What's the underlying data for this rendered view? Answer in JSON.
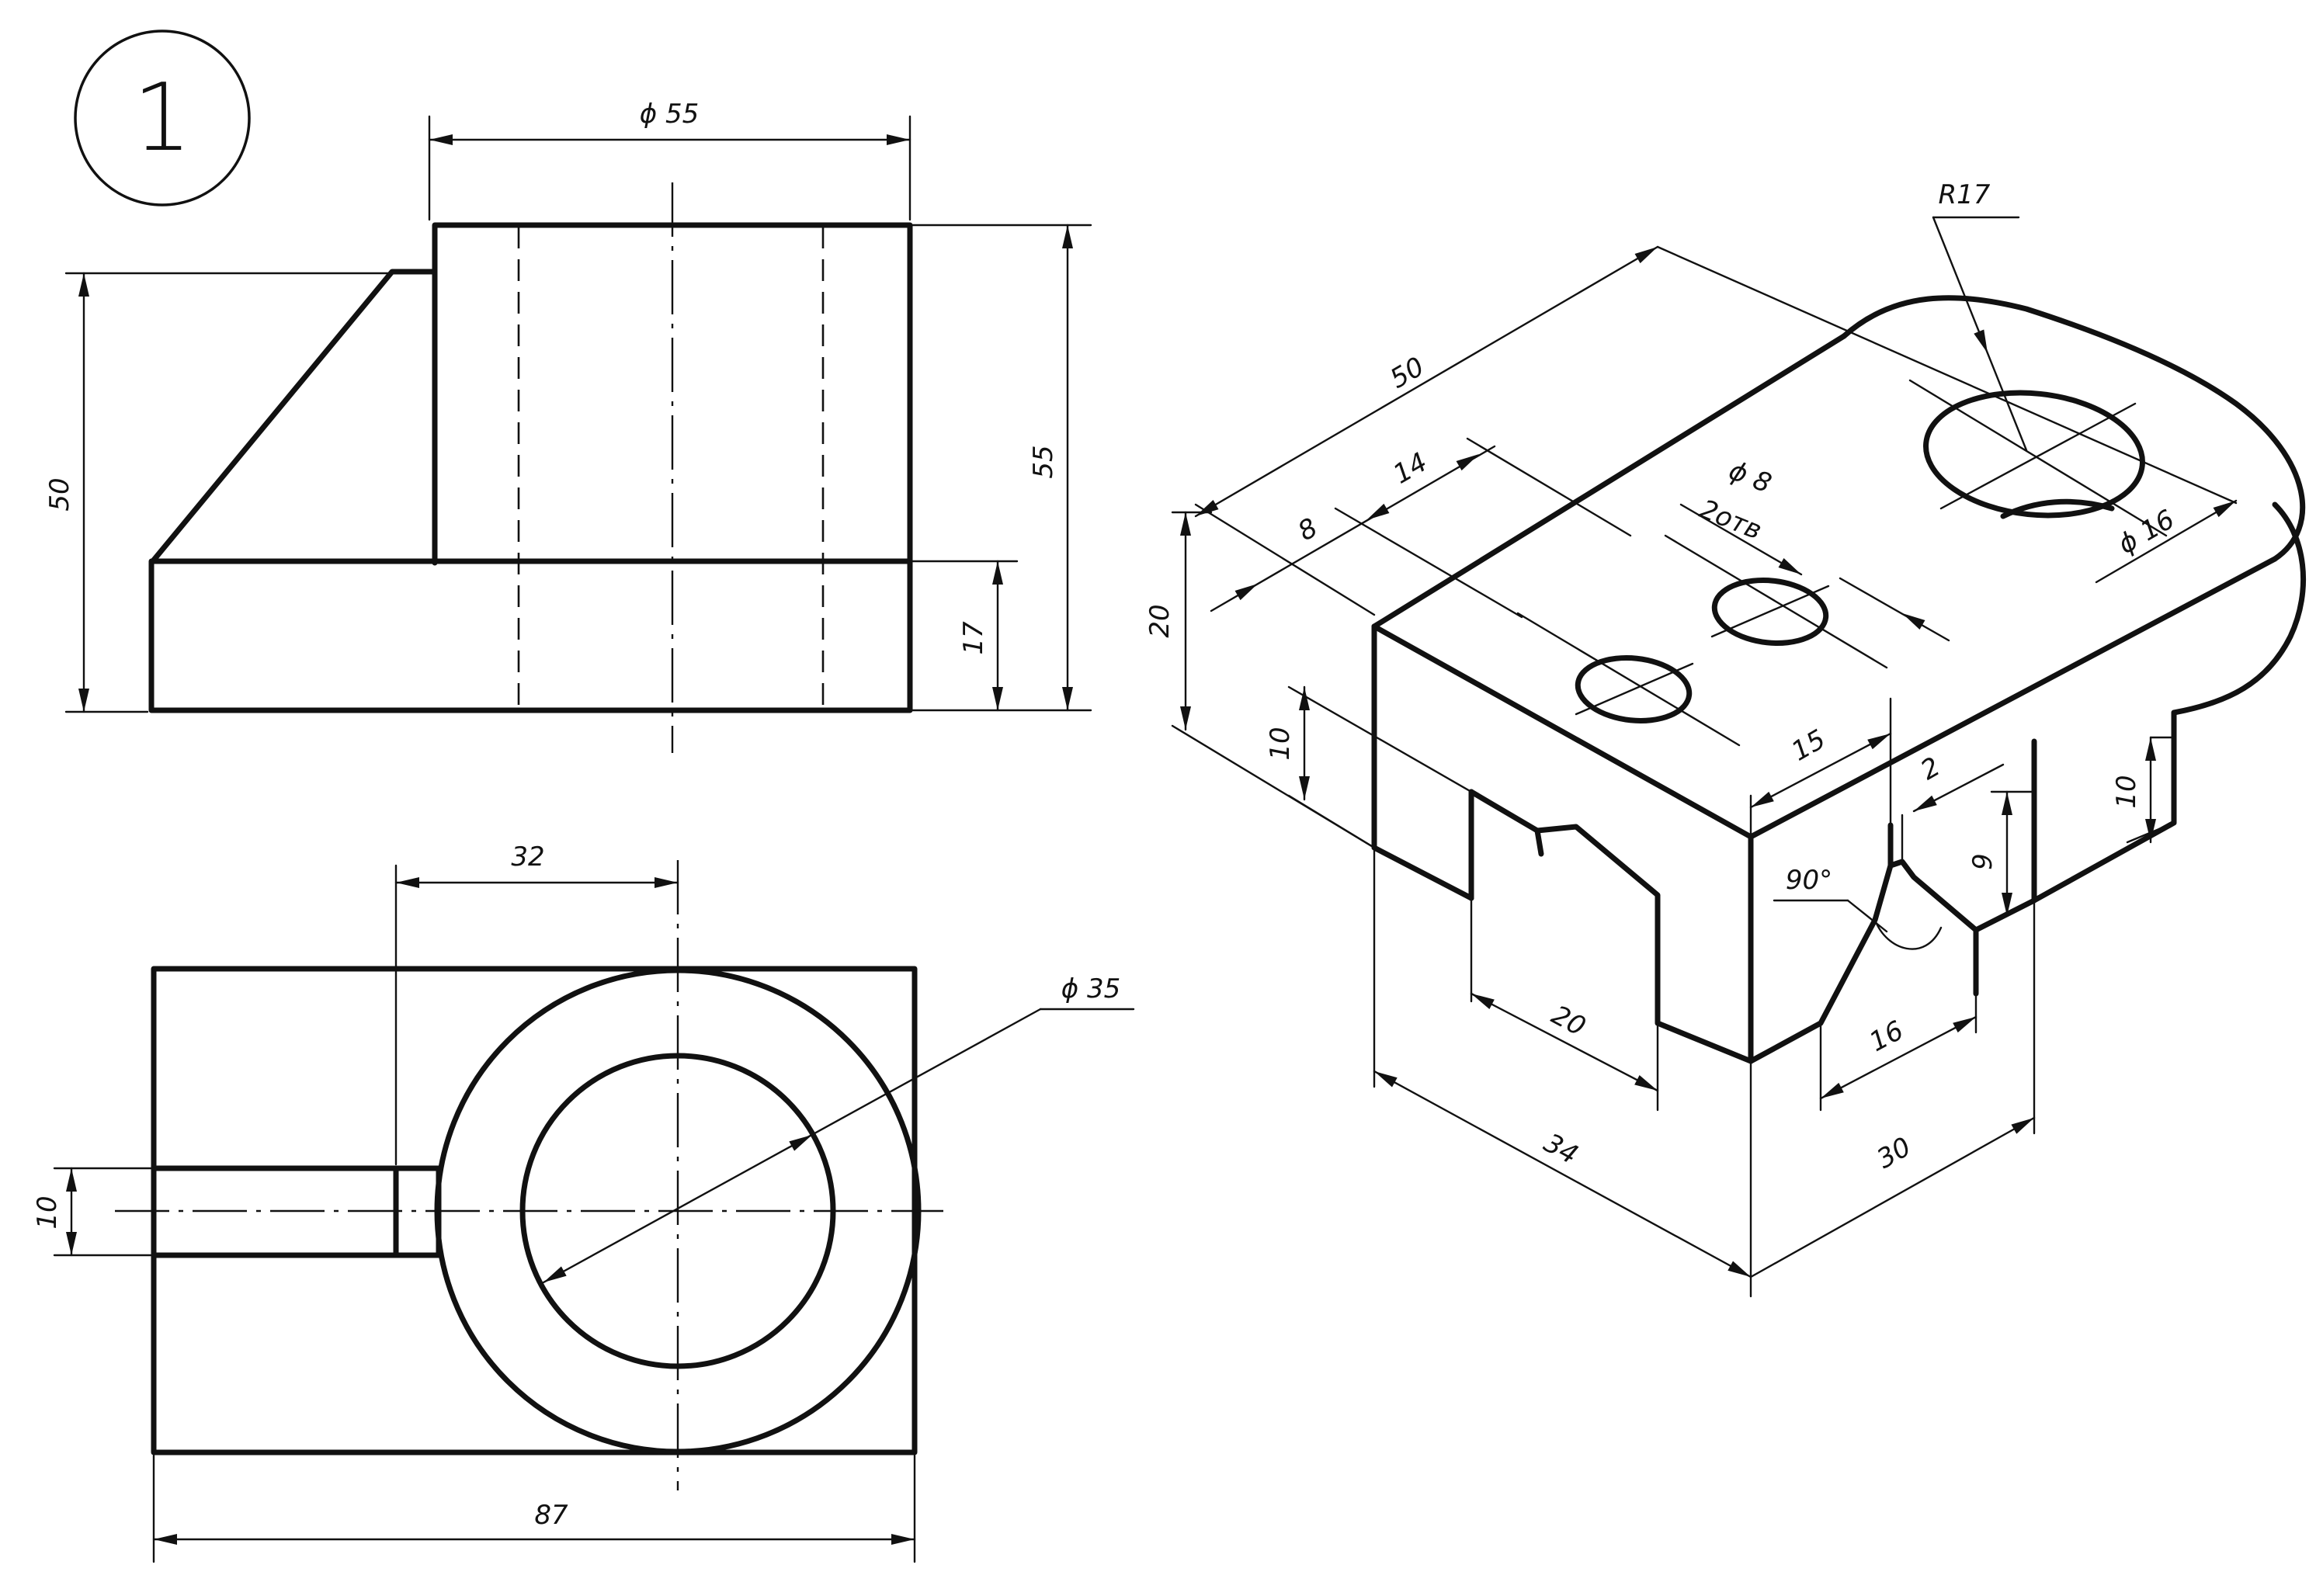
{
  "sheet": {
    "number": "1"
  },
  "front_view": {
    "dims": {
      "bore_diameter": "ϕ 55",
      "total_height_left": "50",
      "total_height_right": "55",
      "base_height": "17"
    }
  },
  "top_view": {
    "dims": {
      "slot_length": "32",
      "inner_diameter": "ϕ 35",
      "overall_length": "87",
      "slot_width": "10"
    }
  },
  "isometric_view": {
    "dims": {
      "radius": "R17",
      "length": "50",
      "offset_1": "14",
      "offset_2": "8",
      "hole_diameter": "ϕ 8",
      "hole_count": "2отв",
      "big_hole_diameter": "ϕ 16",
      "height": "20",
      "step_height": "10",
      "slot_width": "20",
      "depth": "34",
      "notch_offset": "15",
      "notch_gap": "2",
      "notch_angle": "90°",
      "notch_depth": "9",
      "notch_width": "16",
      "width": "30",
      "right_step_height": "10"
    }
  }
}
